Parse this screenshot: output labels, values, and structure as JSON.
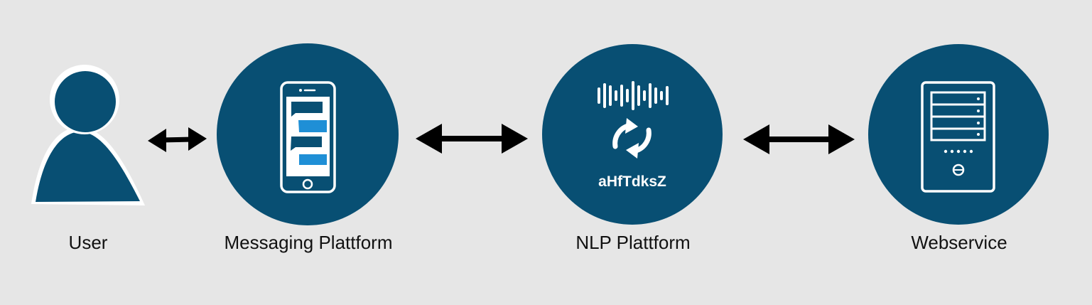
{
  "colors": {
    "background": "#e6e6e6",
    "node_fill": "#084f73",
    "node_outline": "#ffffff",
    "chat_bubble": "#1f8fd6",
    "arrow": "#000000"
  },
  "nodes": [
    {
      "id": "user",
      "label": "User",
      "icon": "person-icon"
    },
    {
      "id": "messaging",
      "label": "Messaging Plattform",
      "icon": "smartphone-chat-icon"
    },
    {
      "id": "nlp",
      "label": "NLP Plattform",
      "icon": "sound-wave-icon",
      "caption": "aHfTdksZ"
    },
    {
      "id": "webservice",
      "label": "Webservice",
      "icon": "server-icon"
    }
  ],
  "connections": [
    {
      "from": "user",
      "to": "messaging",
      "direction": "both"
    },
    {
      "from": "messaging",
      "to": "nlp",
      "direction": "both"
    },
    {
      "from": "nlp",
      "to": "webservice",
      "direction": "both"
    }
  ]
}
